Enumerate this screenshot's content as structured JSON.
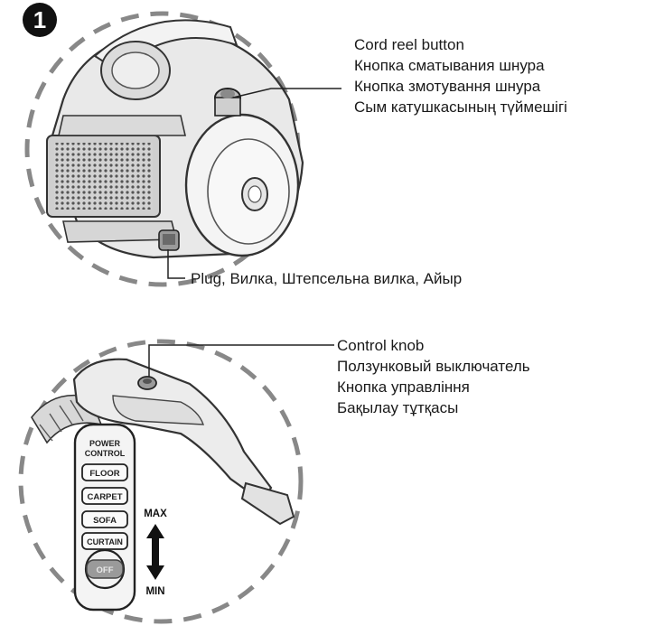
{
  "step_badge": "1",
  "callouts": {
    "cord_reel": [
      "Cord reel button",
      "Кнопка сматывания шнура",
      "Кнопка змотування шнура",
      "Сым катушкасының түймешігі"
    ],
    "plug": "Plug, Вилка, Штепсельна вилка, Айыр",
    "control_knob": [
      "Control knob",
      "Ползунковый выключатель",
      "Кнопка управління",
      "Бақылау тұтқасы"
    ]
  },
  "panel": {
    "title_line1": "POWER",
    "title_line2": "CONTROL",
    "settings": [
      "FLOOR",
      "CARPET",
      "SOFA",
      "CURTAIN",
      "OFF"
    ],
    "max_label": "MAX",
    "min_label": "MIN"
  }
}
